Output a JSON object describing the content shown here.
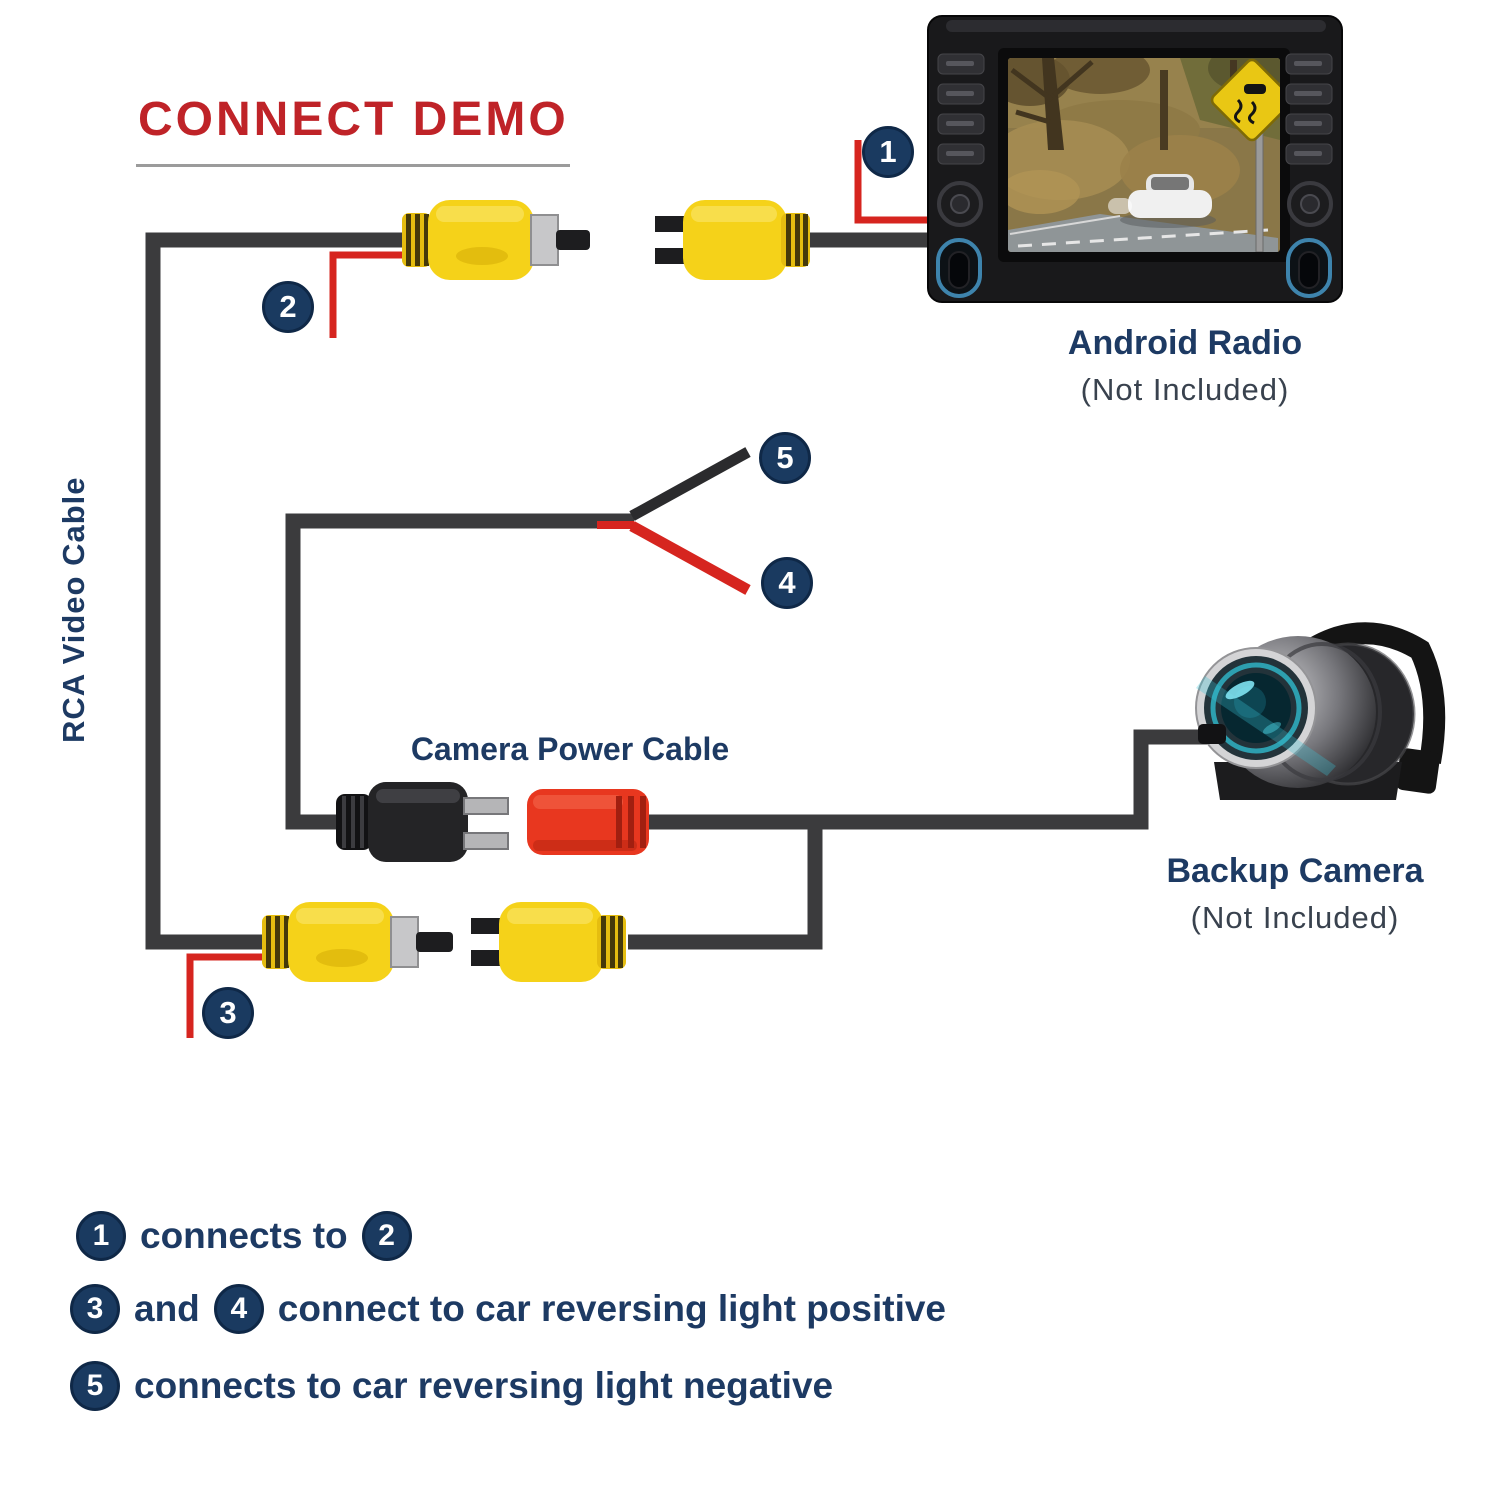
{
  "title": "CONNECT DEMO",
  "labels": {
    "rca_video_cable": "RCA Video Cable",
    "camera_power_cable": "Camera Power Cable",
    "android_radio": "Android Radio",
    "android_radio_note": "(Not Included)",
    "backup_camera": "Backup Camera",
    "backup_camera_note": "(Not Included)"
  },
  "markers": {
    "m1": "1",
    "m2": "2",
    "m3": "3",
    "m4": "4",
    "m5": "5"
  },
  "legend": {
    "row1": {
      "badge_a": "1",
      "text_a": "connects to",
      "badge_b": "2"
    },
    "row2": {
      "badge_a": "3",
      "text_a": "and",
      "badge_b": "4",
      "text_b": "connect to car reversing light positive"
    },
    "row3": {
      "badge_a": "5",
      "text_a": "connects to car reversing light negative"
    }
  },
  "colors": {
    "title_red": "#bf2328",
    "badge_navy": "#1a3a60",
    "label_navy": "#1d3a63",
    "wire_black": "#3b3b3d",
    "wire_red": "#d6251f",
    "rca_yellow": "#f5d219",
    "power_connector_red": "#e8371f"
  }
}
